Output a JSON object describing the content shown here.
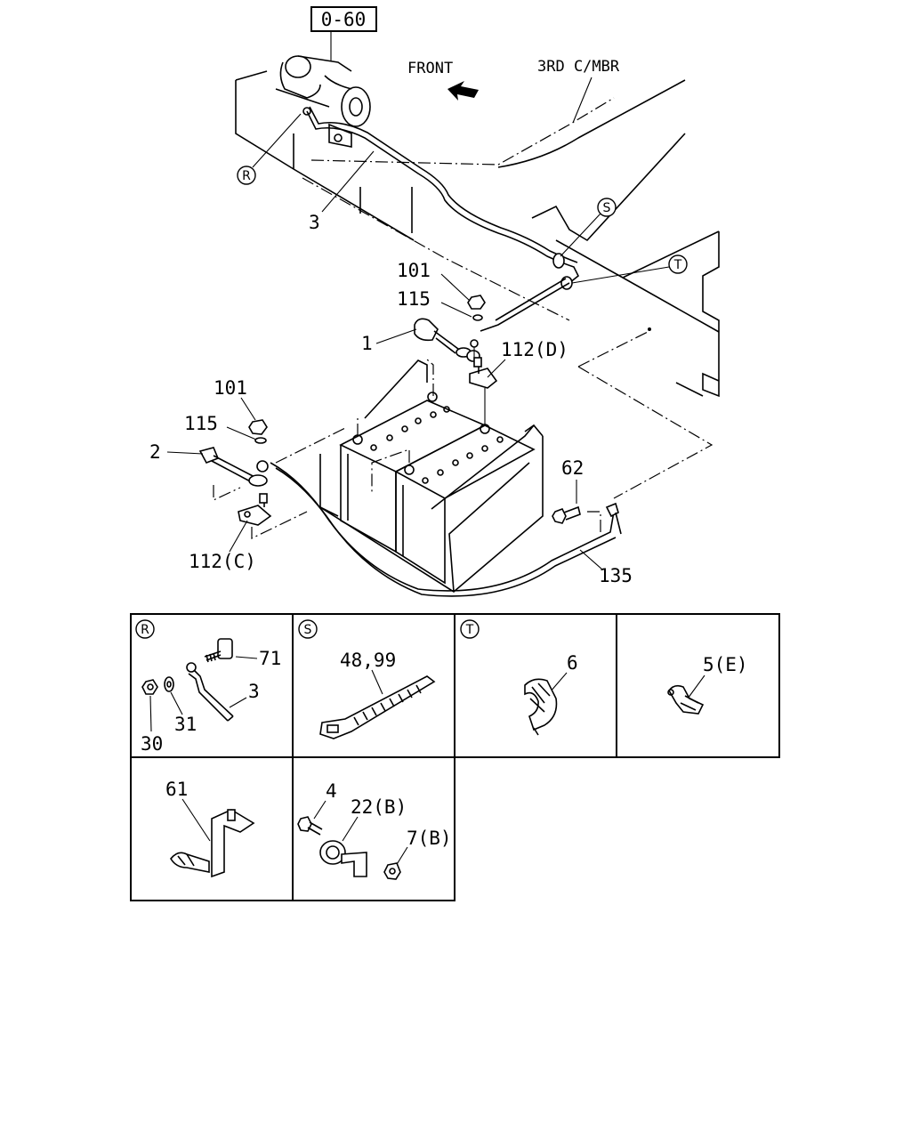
{
  "diagram": {
    "ref_box": "0-60",
    "front_label": "FRONT",
    "member_label": "3RD C/MBR",
    "main_parts": {
      "p1": "1",
      "p2": "2",
      "p3": "3",
      "p62": "62",
      "p101_top": "101",
      "p101_left": "101",
      "p115_top": "115",
      "p115_left": "115",
      "p112d": "112(D)",
      "p112c": "112(C)",
      "p135": "135"
    },
    "callouts": {
      "R": "R",
      "S": "S",
      "T": "T"
    },
    "detail_panels": {
      "R": {
        "letter": "R",
        "labels": {
          "a": "71",
          "b": "3",
          "c": "31",
          "d": "30"
        }
      },
      "S": {
        "letter": "S",
        "labels": {
          "a": "48,99"
        }
      },
      "T": {
        "letter": "T",
        "labels": {
          "a": "6"
        }
      },
      "E": {
        "labels": {
          "a": "5(E)"
        }
      },
      "F": {
        "labels": {
          "a": "61"
        }
      },
      "G": {
        "labels": {
          "a": "4",
          "b": "22(B)",
          "c": "7(B)"
        }
      }
    }
  }
}
